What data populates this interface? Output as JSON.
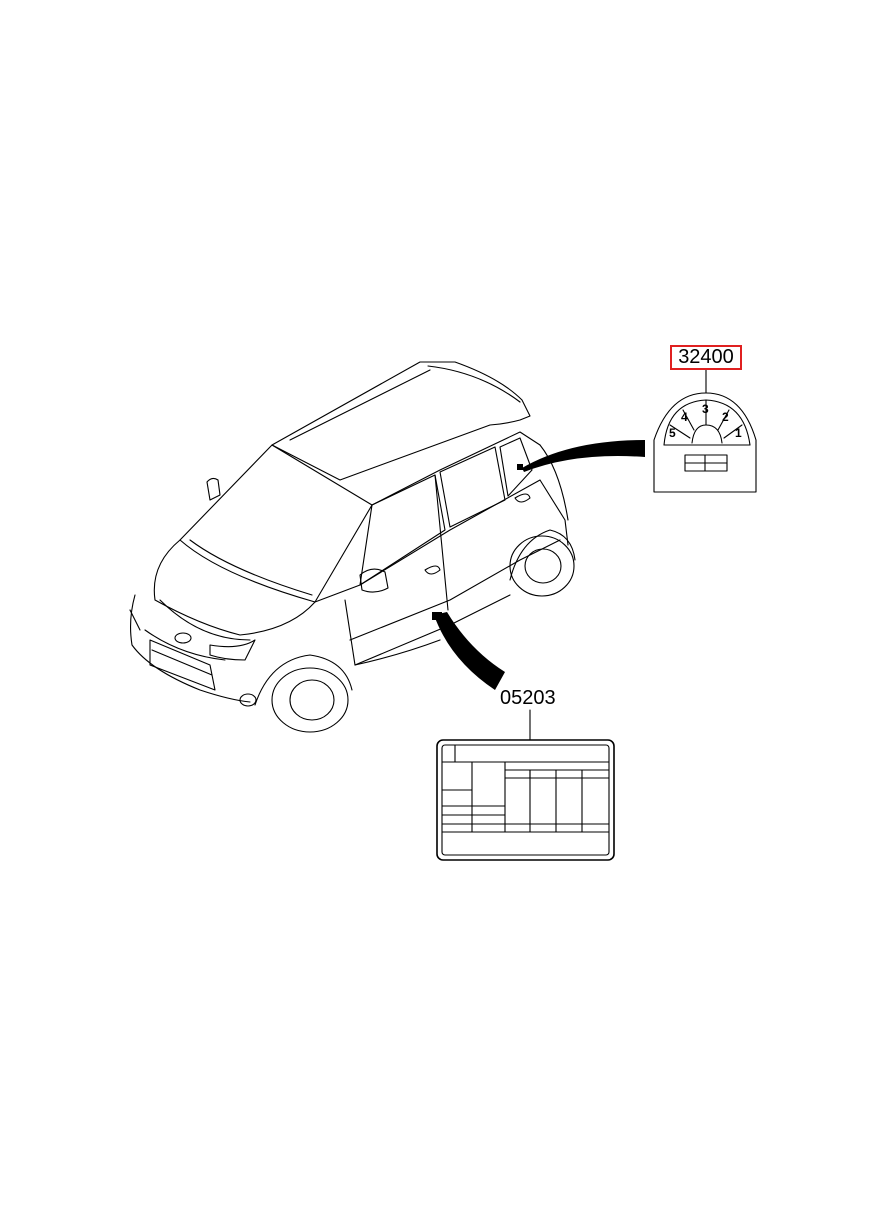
{
  "callouts": {
    "tyre_pressure_label_part": "32400",
    "vehicle_info_label_part": "05203"
  },
  "gear_icon": {
    "numbers": [
      "5",
      "4",
      "3",
      "2",
      "1"
    ]
  },
  "colors": {
    "highlight_border": "#e02020",
    "line": "#000000",
    "background": "#ffffff"
  }
}
